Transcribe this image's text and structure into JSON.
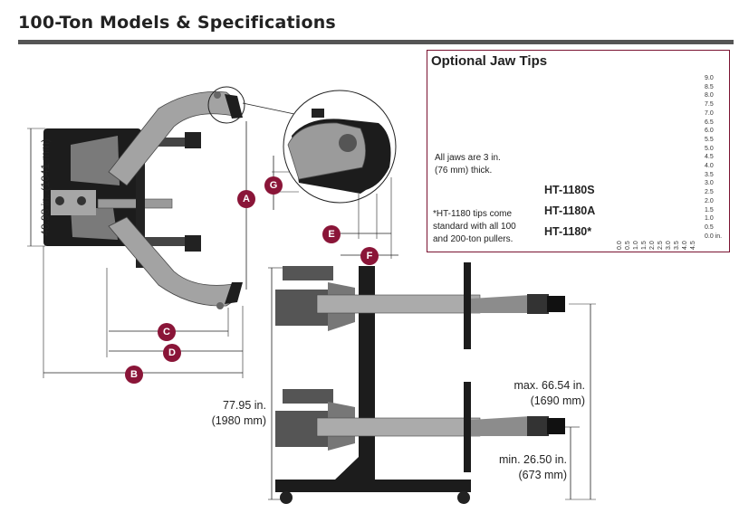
{
  "header": {
    "title": "100-Ton Models & Specifications"
  },
  "jaw_tips": {
    "title": "Optional Jaw Tips",
    "note1": "All jaws are 3 in.",
    "note2": "(76 mm) thick.",
    "note3": "*HT-1180 tips come",
    "note4": "standard with all 100",
    "note5": "and 200-ton pullers.",
    "models": [
      "HT-1180S",
      "HT-1180A",
      "HT-1180*"
    ],
    "scale_y": [
      "9.0",
      "8.5",
      "8.0",
      "7.5",
      "7.0",
      "6.5",
      "6.0",
      "5.5",
      "5.0",
      "4.5",
      "4.0",
      "3.5",
      "3.0",
      "2.5",
      "2.0",
      "1.5",
      "1.0",
      "0.5",
      "0.0 in."
    ],
    "scale_x": [
      "0.0",
      "0.5",
      "1.0",
      "1.5",
      "2.0",
      "2.5",
      "3.0",
      "3.5",
      "4.0",
      "4.5"
    ]
  },
  "dimensions": {
    "height_label": "40.98 in. (1041 mm)",
    "stand_height_1": "77.95 in.",
    "stand_height_2": "(1980 mm)",
    "max_1": "max. 66.54 in.",
    "max_2": "(1690 mm)",
    "min_1": "min. 26.50 in.",
    "min_2": "(673 mm)",
    "badges": {
      "a": "A",
      "b": "B",
      "c": "C",
      "d": "D",
      "e": "E",
      "f": "F",
      "g": "G"
    }
  },
  "colors": {
    "accent": "#8a1538",
    "dark": "#1a1a1a",
    "gray": "#8c8c8c"
  }
}
